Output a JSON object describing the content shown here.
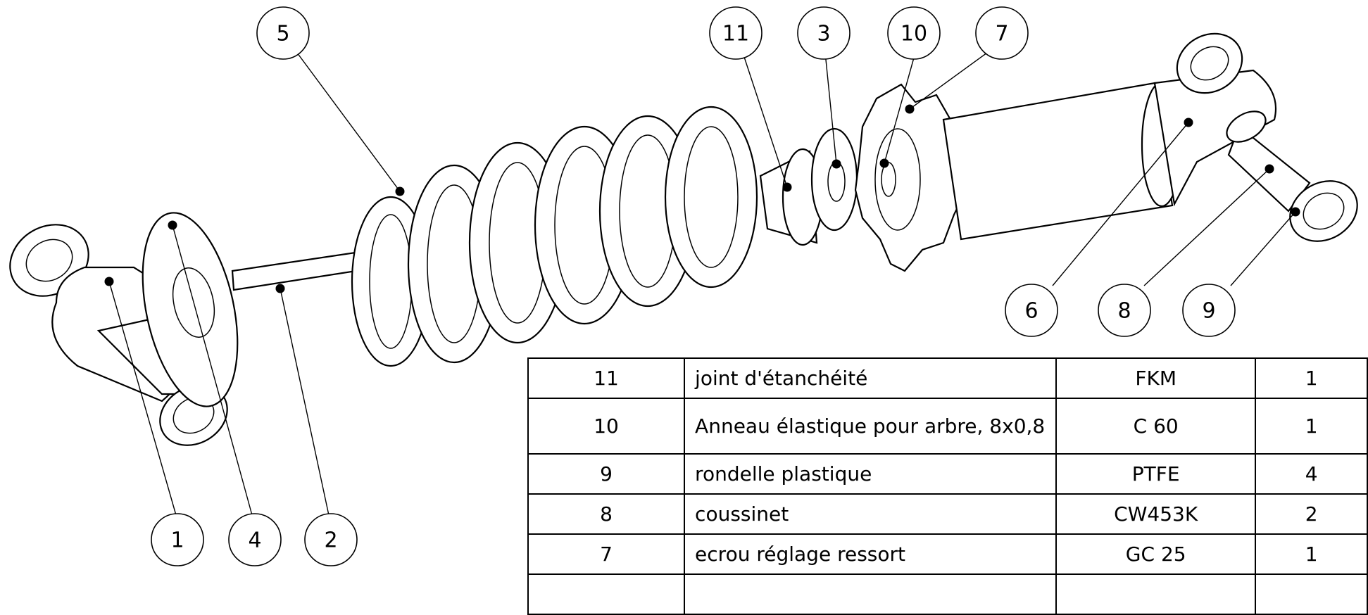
{
  "balloons": [
    "5",
    "11",
    "3",
    "10",
    "7",
    "6",
    "8",
    "9",
    "1",
    "4",
    "2"
  ],
  "bom": {
    "rows": [
      {
        "item": "11",
        "designation": "joint d'étanchéité",
        "material": "FKM",
        "qty": "1"
      },
      {
        "item": "10",
        "designation": "Anneau élastique pour arbre, 8x0,8",
        "material": "C 60",
        "qty": "1"
      },
      {
        "item": "9",
        "designation": "rondelle plastique",
        "material": "PTFE",
        "qty": "4"
      },
      {
        "item": "8",
        "designation": "coussinet",
        "material": "CW453K",
        "qty": "2"
      },
      {
        "item": "7",
        "designation": "ecrou réglage ressort",
        "material": "GC 25",
        "qty": "1"
      },
      {
        "item": "",
        "designation": "",
        "material": "",
        "qty": ""
      }
    ]
  }
}
